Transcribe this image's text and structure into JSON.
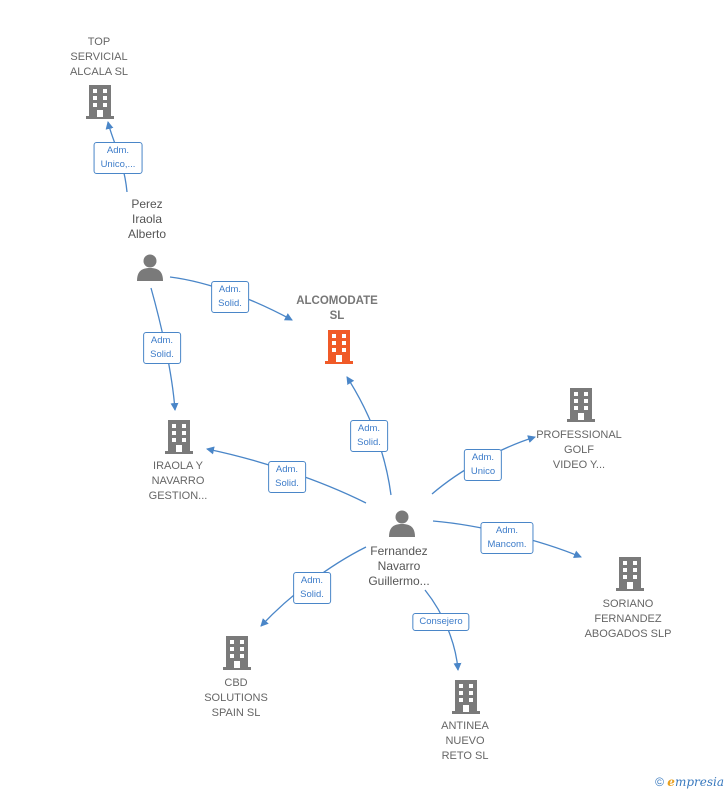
{
  "colors": {
    "edge": "#4a86c8",
    "company": "#7a7a7a",
    "main_company": "#f05a28",
    "person": "#7a7a7a"
  },
  "nodes": {
    "top_servicial": "TOP\nSERVICIAL\nALCALA  SL",
    "perez": "Perez\nIraola\nAlberto",
    "alcomodate": "ALCOMODATE\nSL",
    "iraola": "IRAOLA Y\nNAVARRO\nGESTION...",
    "professional": "PROFESSIONAL\nGOLF\nVIDEO Y...",
    "fernandez": "Fernandez\nNavarro\nGuillermo...",
    "soriano": "SORIANO\nFERNANDEZ\nABOGADOS  SLP",
    "cbd": "CBD\nSOLUTIONS\nSPAIN  SL",
    "antinea": "ANTINEA\nNUEVO\nRETO SL"
  },
  "edges": {
    "perez_top": "Adm.\nUnico,...",
    "perez_alcomodate": "Adm.\nSolid.",
    "perez_iraola": "Adm.\nSolid.",
    "fern_alcomodate": "Adm.\nSolid.",
    "fern_iraola": "Adm.\nSolid.",
    "fern_professional": "Adm.\nUnico",
    "fern_soriano": "Adm.\nMancom.",
    "fern_cbd": "Adm.\nSolid.",
    "fern_antinea": "Consejero"
  },
  "footer": {
    "copyright": "©",
    "brand_initial": "e",
    "brand_rest": "mpresia"
  }
}
